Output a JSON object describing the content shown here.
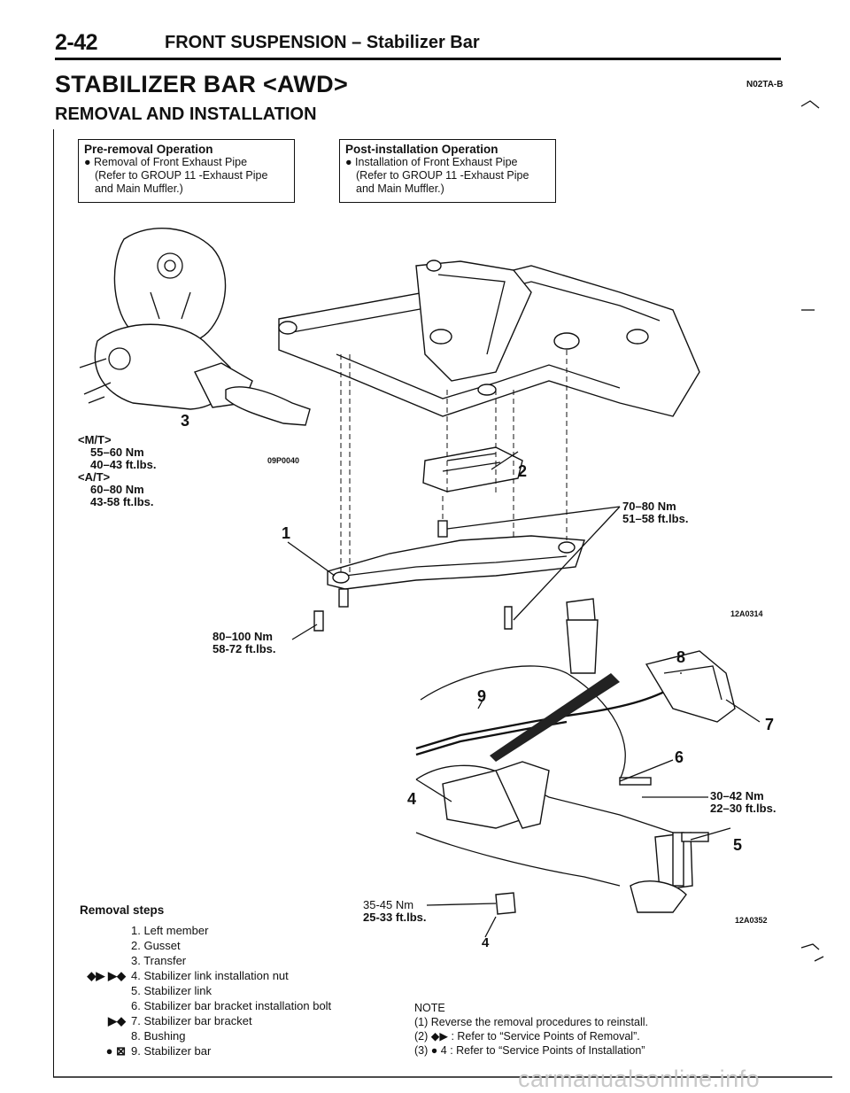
{
  "header": {
    "page": "2-42",
    "section": "FRONT SUSPENSION – Stabilizer Bar"
  },
  "title": "STABILIZER BAR <AWD>",
  "doc_code": "N02TA-B",
  "subtitle": "REMOVAL AND INSTALLATION",
  "pre_removal": {
    "heading": "Pre-removal Operation",
    "line1": "Removal of Front Exhaust Pipe",
    "line2": "(Refer to GROUP 11 -Exhaust Pipe",
    "line3": "and Main Muffler.)"
  },
  "post_install": {
    "heading": "Post-installation Operation",
    "line1": "Installation of Front Exhaust Pipe",
    "line2": "(Refer to GROUP 11 -Exhaust Pipe",
    "line3": "and Main Muffler.)"
  },
  "torque": {
    "mt_label": "<M/T>",
    "mt_nm": "55–60 Nm",
    "mt_ft": "40–43 ft.lbs.",
    "at_label": "<A/T>",
    "at_nm": "60–80 Nm",
    "at_ft": "43-58 ft.lbs.",
    "gusset_nm": "70–80 Nm",
    "gusset_ft": "51–58 ft.lbs.",
    "member_nm": "80–100 Nm",
    "member_ft": "58-72 ft.lbs.",
    "bracket_nm": "30–42 Nm",
    "bracket_ft": "22–30 ft.lbs.",
    "link_nm": "35-45 Nm",
    "link_ft": "25-33 ft.lbs."
  },
  "figure_codes": {
    "transfer": "09P0040",
    "upper": "12A0314",
    "lower": "12A0352"
  },
  "callouts": [
    "1",
    "2",
    "3",
    "4",
    "4",
    "5",
    "6",
    "7",
    "8",
    "9"
  ],
  "removal": {
    "heading": "Removal steps",
    "steps": [
      {
        "mark": "",
        "text": "1. Left member"
      },
      {
        "mark": "",
        "text": "2. Gusset"
      },
      {
        "mark": "",
        "text": "3. Transfer"
      },
      {
        "mark": "◆▶ ▶◆",
        "text": "4. Stabilizer link installation nut"
      },
      {
        "mark": "",
        "text": "5. Stabilizer link"
      },
      {
        "mark": "",
        "text": "6. Stabilizer bar bracket installation bolt"
      },
      {
        "mark": "▶◆",
        "text": "7. Stabilizer bar bracket"
      },
      {
        "mark": "",
        "text": "8. Bushing"
      },
      {
        "mark": "● ⊠",
        "text": "9. Stabilizer bar"
      }
    ]
  },
  "note": {
    "heading": "NOTE",
    "line1": "(1) Reverse the removal procedures to reinstall.",
    "line2": "(2) ◆▶ : Refer to “Service Points of Removal”.",
    "line3": "(3) ● 4 : Refer to “Service Points of Installation”"
  },
  "watermark": "carmanualsonline.info"
}
